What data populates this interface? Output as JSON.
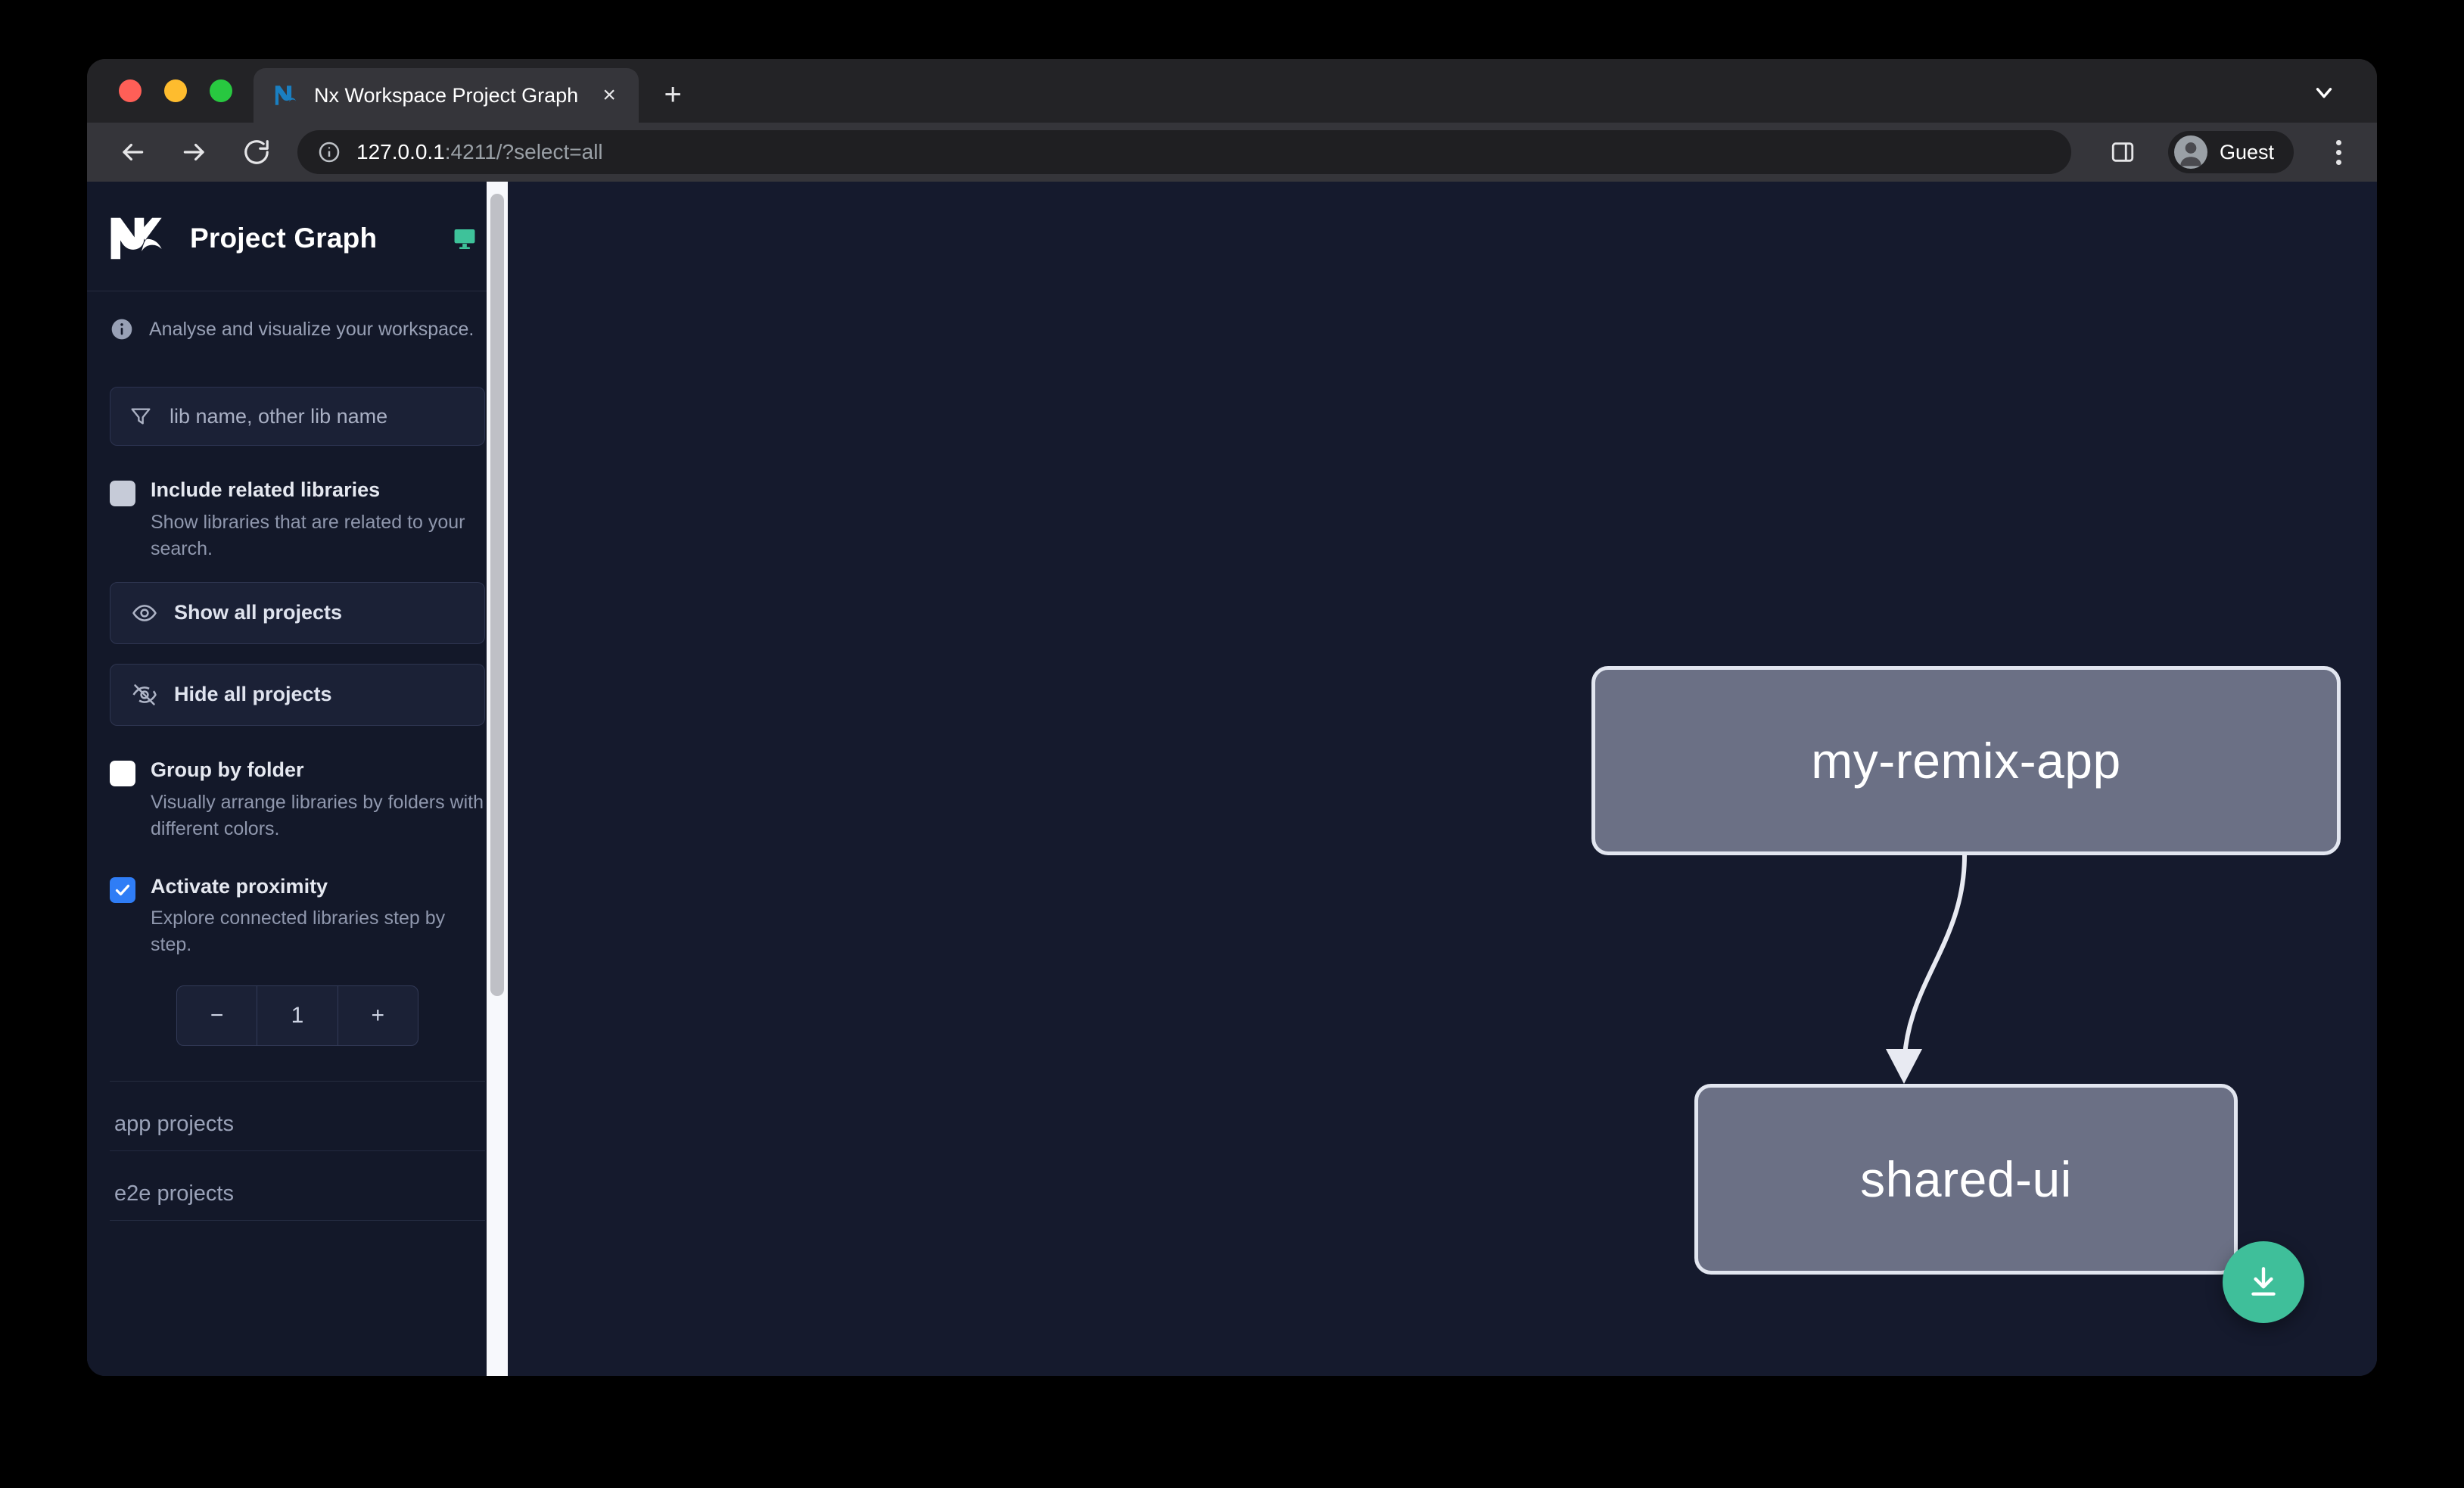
{
  "browser": {
    "tab": {
      "title": "Nx Workspace Project Graph",
      "favicon_name": "nx-favicon-icon",
      "close_label": "×"
    },
    "new_tab_label": "+",
    "tabstrip_chevron_name": "chevron-down-icon",
    "toolbar": {
      "back_name": "back-arrow-icon",
      "forward_name": "forward-arrow-icon",
      "reload_name": "reload-icon",
      "url_host": "127.0.0.1",
      "url_rest": ":4211/?select=all",
      "site_info_name": "info-circle-icon",
      "side_panel_name": "side-panel-icon",
      "profile_label": "Guest",
      "menu_name": "kebab-menu-icon"
    }
  },
  "sidebar": {
    "title": "Project Graph",
    "logo_name": "nx-logo",
    "monitor_icon_name": "monitor-icon",
    "tagline": "Analyse and visualize your workspace.",
    "filter": {
      "placeholder": "lib name, other lib name",
      "value": "",
      "icon_name": "funnel-icon"
    },
    "options": [
      {
        "label": "Include related libraries",
        "description": "Show libraries that are related to your search.",
        "checked": false,
        "style": "gray"
      },
      {
        "label": "Group by folder",
        "description": "Visually arrange libraries by folders with different colors.",
        "checked": false,
        "style": "white"
      },
      {
        "label": "Activate proximity",
        "description": "Explore connected libraries step by step.",
        "checked": true,
        "style": "blue"
      }
    ],
    "buttons": [
      {
        "label": "Show all projects",
        "icon_name": "eye-icon"
      },
      {
        "label": "Hide all projects",
        "icon_name": "eye-off-icon"
      }
    ],
    "stepper": {
      "decrement_label": "−",
      "value": "1",
      "increment_label": "+"
    },
    "sections": [
      {
        "label": "app projects"
      },
      {
        "label": "e2e projects"
      }
    ]
  },
  "graph": {
    "nodes": [
      {
        "id": "my-remix-app",
        "label": "my-remix-app"
      },
      {
        "id": "shared-ui",
        "label": "shared-ui"
      }
    ],
    "edges": [
      {
        "from": "my-remix-app",
        "to": "shared-ui"
      }
    ],
    "download_button": {
      "icon_name": "download-icon"
    }
  },
  "colors": {
    "accent_green": "#3fbf9a",
    "checkbox_active": "#2f7df6",
    "node_fill": "#6b7085",
    "node_border": "#e2e6f0",
    "canvas_bg": "#151a2d",
    "sidebar_bg": "#131829"
  }
}
